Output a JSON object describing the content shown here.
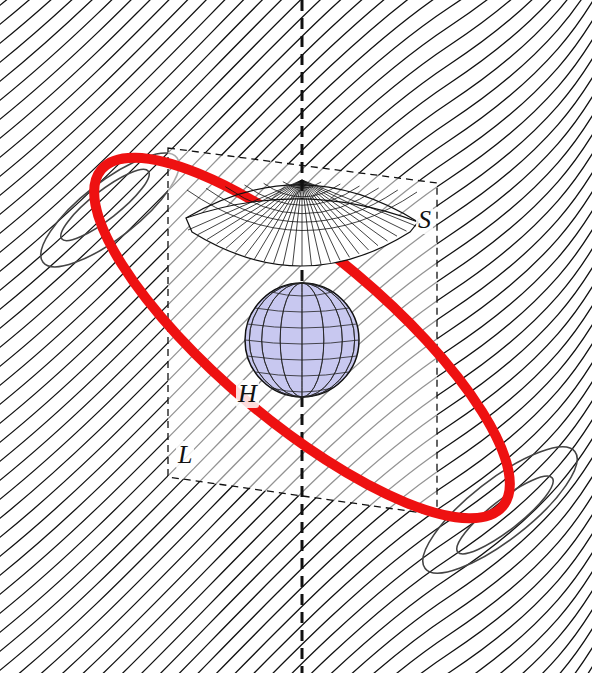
{
  "diagram": {
    "labels": [
      "S",
      "H",
      "L"
    ]
  }
}
